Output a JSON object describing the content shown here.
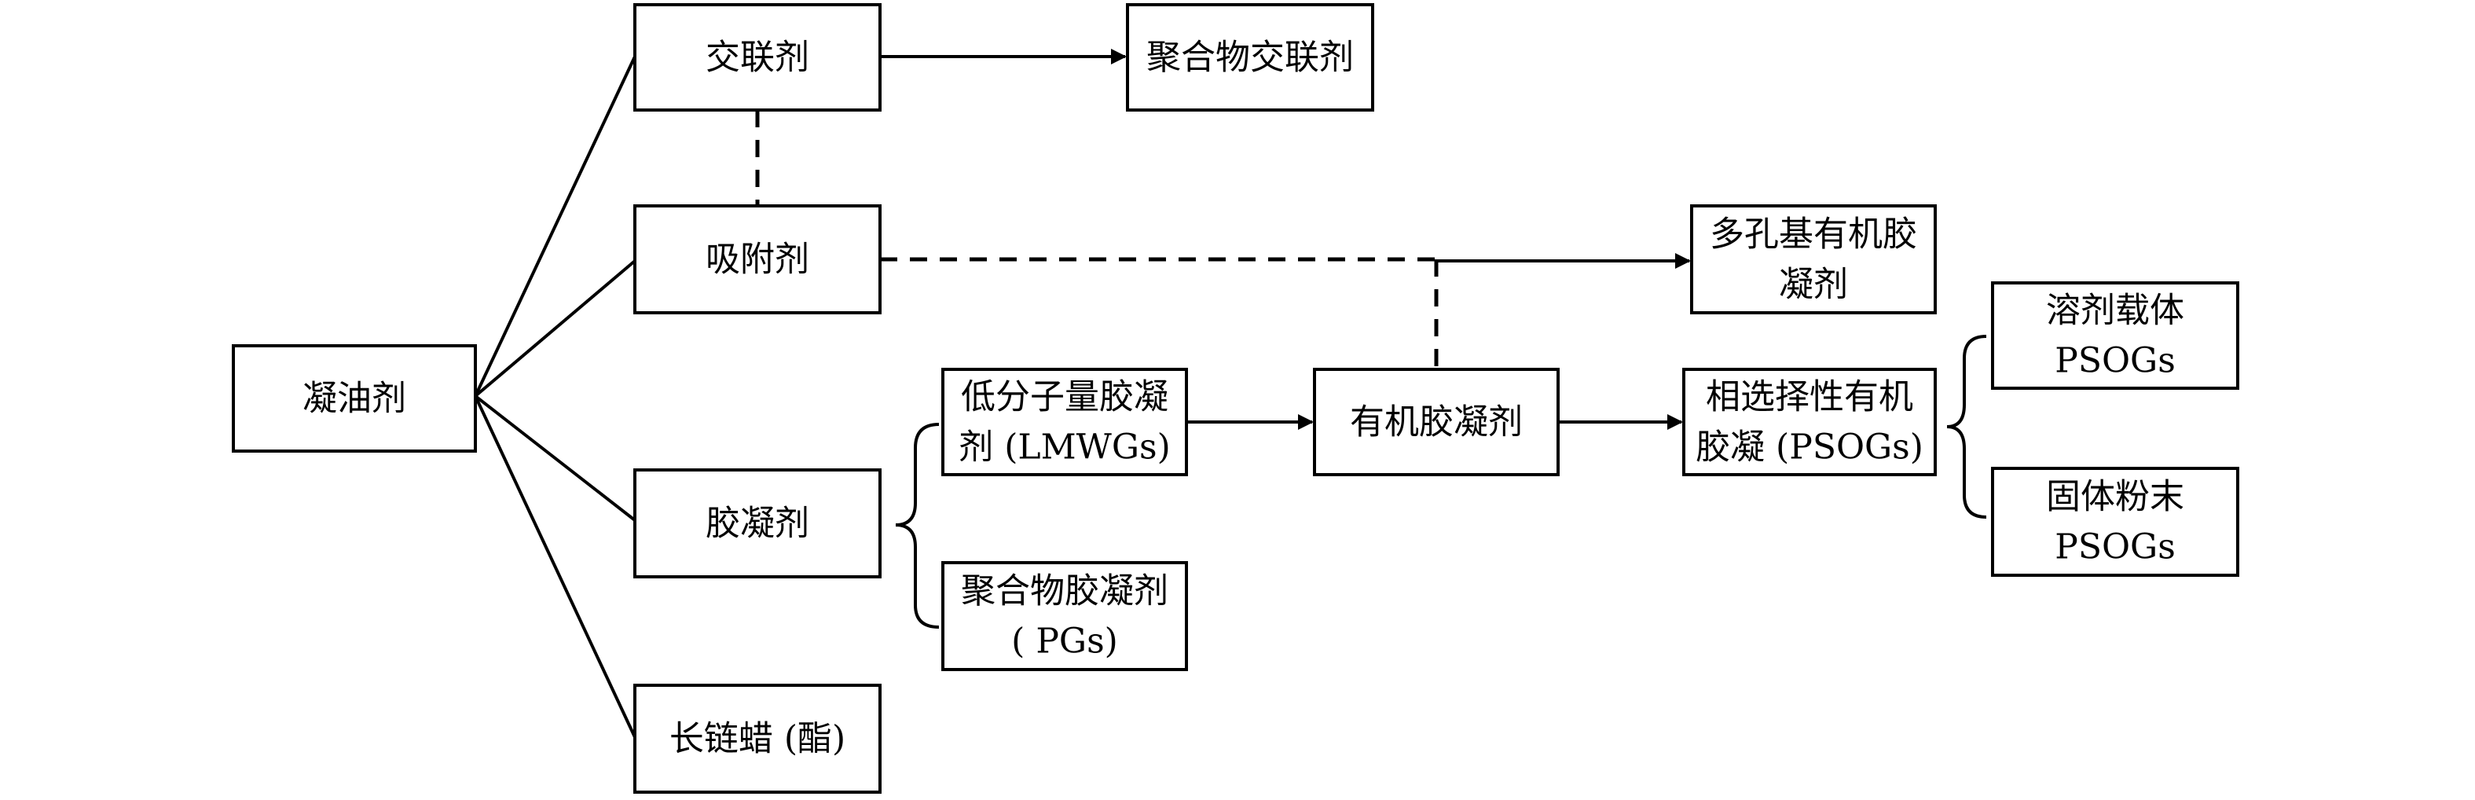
{
  "nodes": {
    "oil_gelling_agent": "凝油剂",
    "crosslinker": "交联剂",
    "polymer_crosslinker": "聚合物交联剂",
    "adsorbent": "吸附剂",
    "gelator": "胶凝剂",
    "long_chain_wax": "长链蜡 (酯)",
    "lmwg_line1": "低分子量胶凝",
    "lmwg_line2": "剂 (LMWGs)",
    "pg_line1": "聚合物胶凝剂",
    "pg_line2": "( PGs)",
    "organogelator": "有机胶凝剂",
    "porous_line1": "多孔基有机胶",
    "porous_line2": "凝剂",
    "psog_line1": "相选择性有机",
    "psog_line2": "胶凝 (PSOGs)",
    "solvent_carrier_line1": "溶剂载体",
    "solvent_carrier_line2": "PSOGs",
    "solid_powder_line1": "固体粉末",
    "solid_powder_line2": "PSOGs"
  }
}
